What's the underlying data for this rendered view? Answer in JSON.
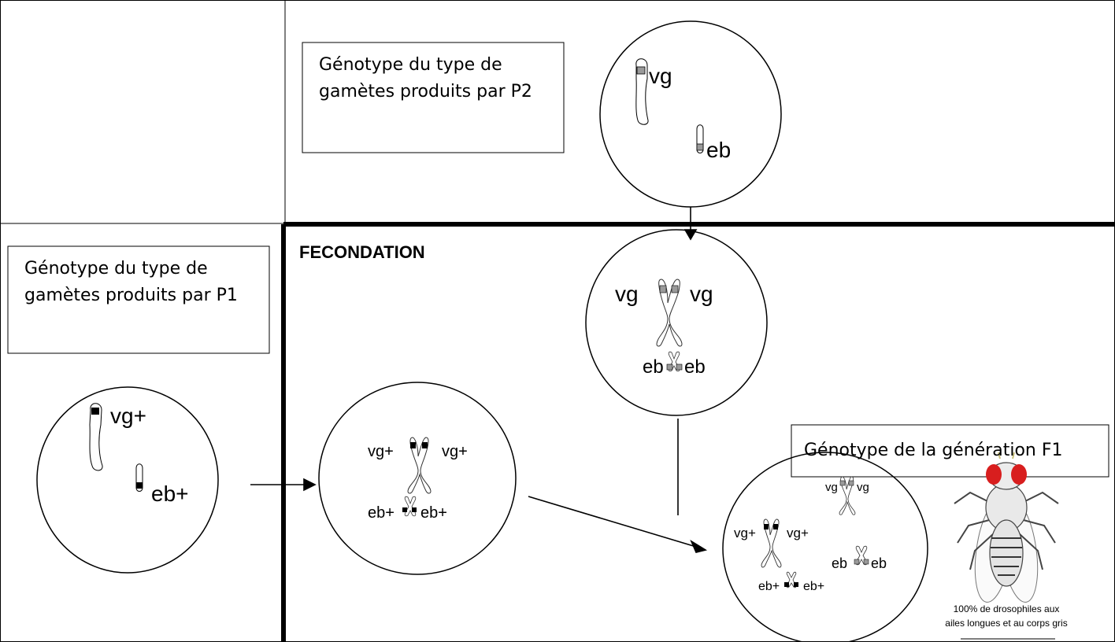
{
  "boxes": {
    "p2_gametes": "Génotype du type de gamètes produits par P2",
    "p1_gametes": "Génotype du type de gamètes produits par P1",
    "f1": "Génotype de la génération F1"
  },
  "heading": "FECONDATION",
  "cells": {
    "p2_gamete": {
      "alleles": [
        "vg",
        "eb"
      ]
    },
    "p1_gamete": {
      "alleles": [
        "vg+",
        "eb+"
      ]
    },
    "p2_zygote": {
      "left": [
        "vg",
        "eb"
      ],
      "right": [
        "vg",
        "eb"
      ]
    },
    "p1_zygote": {
      "left": [
        "vg+",
        "eb+"
      ],
      "right": [
        "vg+",
        "eb+"
      ]
    },
    "f1": {
      "pair1": [
        "vg+",
        "vg+"
      ],
      "pair2": [
        "vg",
        "vg"
      ],
      "pair3": [
        "eb",
        "eb"
      ],
      "pair4": [
        "eb+",
        "eb+"
      ]
    }
  },
  "fly_caption_line1": "100% de drosophiles aux",
  "fly_caption_line2": "ailes longues et au corps gris",
  "colors": {
    "dominant": "#000000",
    "recessive": "#9a9a9a"
  }
}
